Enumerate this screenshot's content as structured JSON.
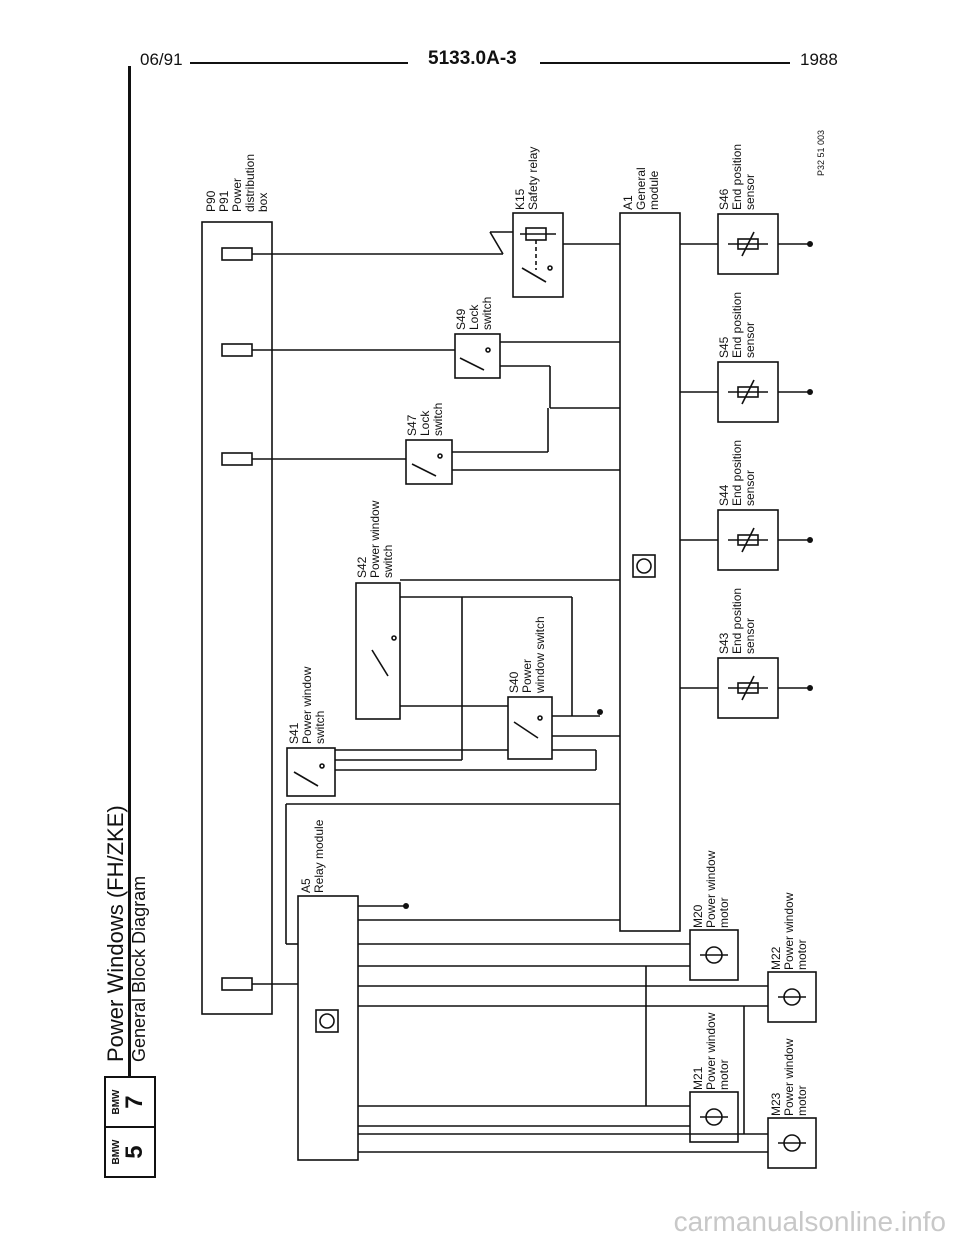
{
  "header": {
    "date": "06/91",
    "doc_code": "5133.0A-3",
    "year": "1988"
  },
  "logos": [
    {
      "brand": "BMW",
      "number": "5"
    },
    {
      "brand": "BMW",
      "number": "7"
    }
  ],
  "title": {
    "main": "Power Windows (FH/ZKE)",
    "sub": "General Block Diagram"
  },
  "ref_code": "P32 51 003",
  "watermark": "carmanualsonline.info",
  "components": {
    "p90": {
      "lines": [
        "P90",
        "P91",
        "Power",
        "distribution",
        "box"
      ]
    },
    "k15": {
      "lines": [
        "K15",
        "Safety relay"
      ]
    },
    "a1": {
      "lines": [
        "A1",
        "General",
        "module"
      ]
    },
    "s46": {
      "lines": [
        "S46",
        "End position",
        "sensor"
      ]
    },
    "s45": {
      "lines": [
        "S45",
        "End position",
        "sensor"
      ]
    },
    "s44": {
      "lines": [
        "S44",
        "End position",
        "sensor"
      ]
    },
    "s43": {
      "lines": [
        "S43",
        "End position",
        "sensor"
      ]
    },
    "s49": {
      "lines": [
        "S49",
        "Lock",
        "switch"
      ]
    },
    "s47": {
      "lines": [
        "S47",
        "Lock",
        "switch"
      ]
    },
    "s42": {
      "lines": [
        "S42",
        "Power window",
        "switch"
      ]
    },
    "s40": {
      "lines": [
        "S40",
        "Power",
        "window switch"
      ]
    },
    "s41": {
      "lines": [
        "S41",
        "Power window",
        "switch"
      ]
    },
    "a5": {
      "lines": [
        "A5",
        "Relay module"
      ]
    },
    "m20": {
      "lines": [
        "M20",
        "Power window",
        "motor"
      ]
    },
    "m22": {
      "lines": [
        "M22",
        "Power window",
        "motor"
      ]
    },
    "m21": {
      "lines": [
        "M21",
        "Power window",
        "motor"
      ]
    },
    "m23": {
      "lines": [
        "M23",
        "Power window",
        "motor"
      ]
    }
  }
}
